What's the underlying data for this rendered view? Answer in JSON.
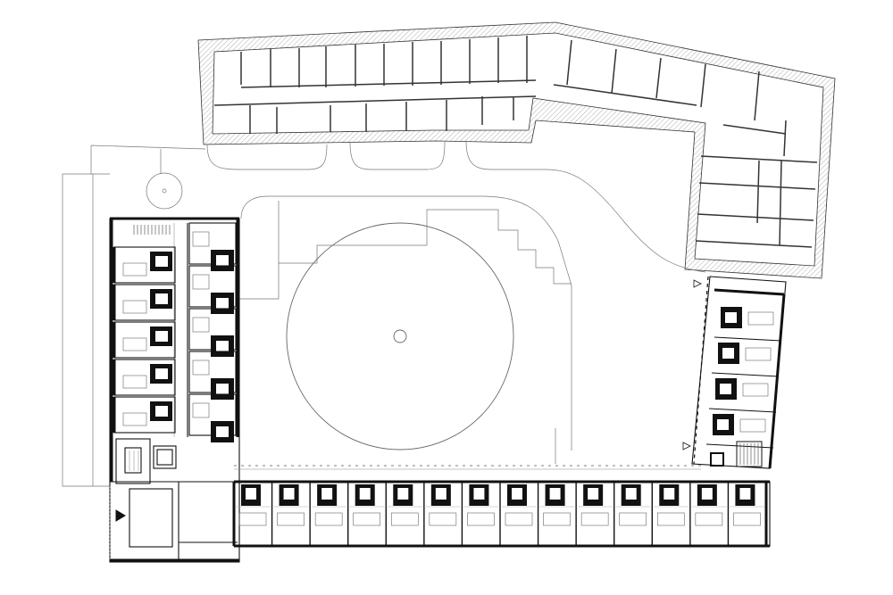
{
  "plan": {
    "background": "#ffffff",
    "line_color": "#111111",
    "secondary_line_color": "#888888",
    "west_wing_rooms": 10,
    "south_wing_rooms": 14,
    "east_wing_rooms": 4,
    "courtyard_feature": "circular-lawn",
    "entry_marker_icon": "triangle-arrow-icon"
  }
}
